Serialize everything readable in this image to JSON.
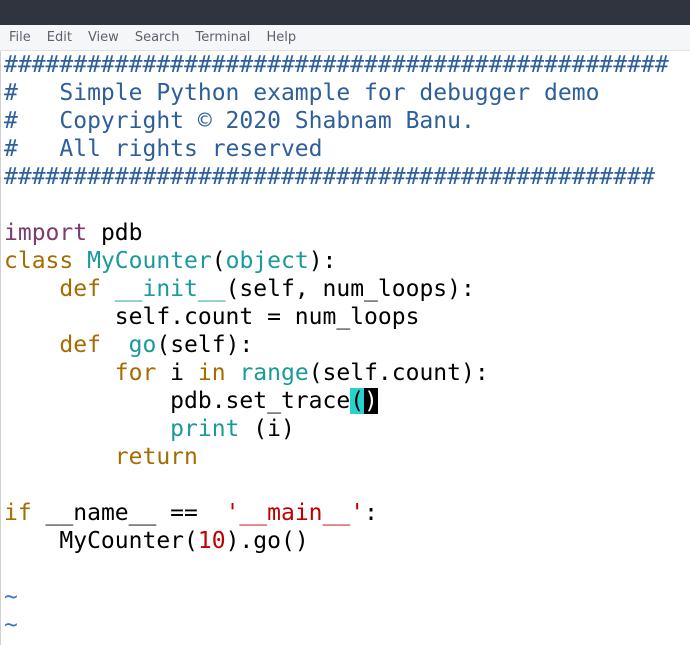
{
  "menu": {
    "items": [
      "File",
      "Edit",
      "View",
      "Search",
      "Terminal",
      "Help"
    ]
  },
  "editor": {
    "lines": [
      {
        "segs": [
          {
            "t": "################################################",
            "c": "c-comment"
          }
        ]
      },
      {
        "segs": [
          {
            "t": "#   Simple Python example for debugger demo",
            "c": "c-comment"
          }
        ]
      },
      {
        "segs": [
          {
            "t": "#   Copyright © 2020 Shabnam Banu.",
            "c": "c-comment"
          }
        ]
      },
      {
        "segs": [
          {
            "t": "#   All rights reserved",
            "c": "c-comment"
          }
        ]
      },
      {
        "segs": [
          {
            "t": "###############################################",
            "c": "c-comment"
          }
        ]
      },
      {
        "segs": []
      },
      {
        "segs": [
          {
            "t": "import",
            "c": "c-statement"
          },
          {
            "t": " pdb",
            "c": ""
          }
        ]
      },
      {
        "segs": [
          {
            "t": "class",
            "c": "c-keyword"
          },
          {
            "t": " ",
            "c": ""
          },
          {
            "t": "MyCounter",
            "c": "c-type"
          },
          {
            "t": "(",
            "c": ""
          },
          {
            "t": "object",
            "c": "c-type"
          },
          {
            "t": "):",
            "c": ""
          }
        ]
      },
      {
        "segs": [
          {
            "t": "    ",
            "c": ""
          },
          {
            "t": "def",
            "c": "c-keyword"
          },
          {
            "t": " ",
            "c": ""
          },
          {
            "t": "__init__",
            "c": "c-type"
          },
          {
            "t": "(self, num_loops):",
            "c": ""
          }
        ]
      },
      {
        "segs": [
          {
            "t": "        self.count = num_loops",
            "c": ""
          }
        ]
      },
      {
        "segs": [
          {
            "t": "    ",
            "c": ""
          },
          {
            "t": "def",
            "c": "c-keyword"
          },
          {
            "t": "  ",
            "c": ""
          },
          {
            "t": "go",
            "c": "c-type"
          },
          {
            "t": "(self):",
            "c": ""
          }
        ]
      },
      {
        "segs": [
          {
            "t": "        ",
            "c": ""
          },
          {
            "t": "for",
            "c": "c-keyword"
          },
          {
            "t": " i ",
            "c": ""
          },
          {
            "t": "in",
            "c": "c-keyword"
          },
          {
            "t": " ",
            "c": ""
          },
          {
            "t": "range",
            "c": "c-type"
          },
          {
            "t": "(self.count):",
            "c": ""
          }
        ]
      },
      {
        "segs": [
          {
            "t": "            pdb.set_trace",
            "c": ""
          },
          {
            "t": "(",
            "c": "hl-paren"
          },
          {
            "t": ")",
            "c": "cursor"
          }
        ]
      },
      {
        "segs": [
          {
            "t": "            ",
            "c": ""
          },
          {
            "t": "print",
            "c": "c-type"
          },
          {
            "t": " (i)",
            "c": ""
          }
        ]
      },
      {
        "segs": [
          {
            "t": "        ",
            "c": ""
          },
          {
            "t": "return",
            "c": "c-keyword"
          }
        ]
      },
      {
        "segs": []
      },
      {
        "segs": [
          {
            "t": "if",
            "c": "c-keyword"
          },
          {
            "t": " __name__ ==  ",
            "c": ""
          },
          {
            "t": "'__main__'",
            "c": "c-string"
          },
          {
            "t": ":",
            "c": ""
          }
        ]
      },
      {
        "segs": [
          {
            "t": "    MyCounter(",
            "c": ""
          },
          {
            "t": "10",
            "c": "c-number"
          },
          {
            "t": ").go()",
            "c": ""
          }
        ]
      },
      {
        "segs": []
      },
      {
        "segs": [
          {
            "t": "~",
            "c": "c-tilde"
          }
        ]
      },
      {
        "segs": [
          {
            "t": "~",
            "c": "c-tilde"
          }
        ]
      }
    ]
  }
}
